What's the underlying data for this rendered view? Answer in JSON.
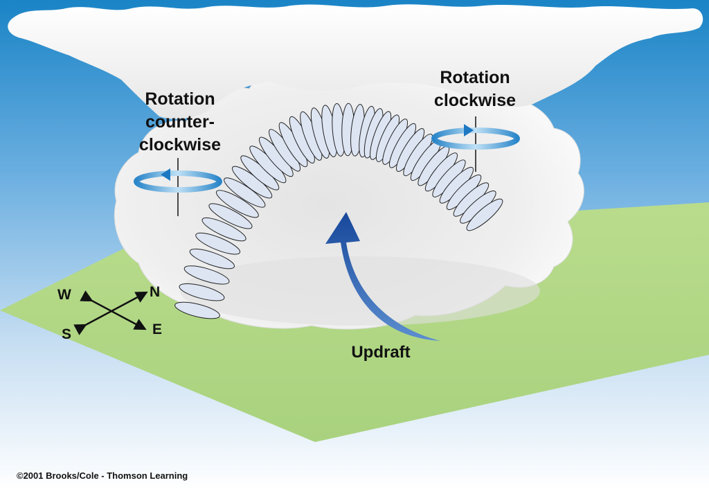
{
  "labels": {
    "rotation_ccw": [
      "Rotation",
      "counter-",
      "clockwise"
    ],
    "rotation_cw": [
      "Rotation",
      "clockwise"
    ],
    "updraft": "Updraft"
  },
  "compass": {
    "north": "N",
    "south": "S",
    "east": "E",
    "west": "W"
  },
  "copyright": "©2001 Brooks/Cole - Thomson Learning",
  "colors": {
    "sky_top": "#1d87c8",
    "sky_bottom": "#ffffff",
    "ground": "#b6da8a",
    "cloud": "#f2f2f2",
    "tube": "#dce4f2",
    "updraft_arrow": "#1f4f9e",
    "rotation_arrow": "#2f8fd0"
  }
}
